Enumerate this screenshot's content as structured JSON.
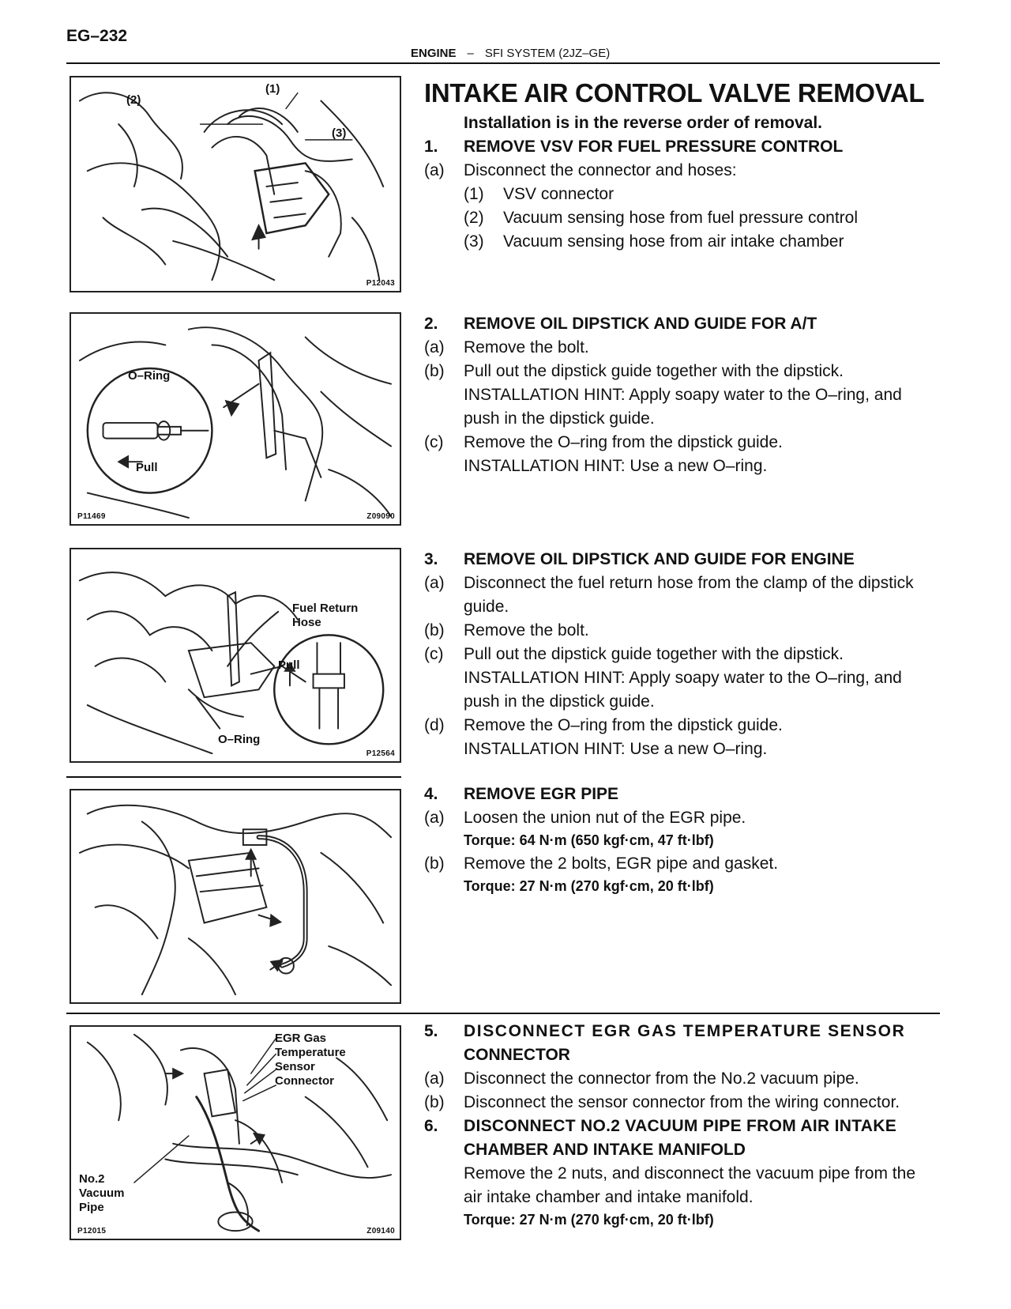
{
  "header": {
    "page_number": "EG–232",
    "section": "ENGINE",
    "separator": "–",
    "subsection": "SFI SYSTEM (2JZ–GE)"
  },
  "title": "INTAKE AIR CONTROL VALVE REMOVAL",
  "intro": "Installation is in the reverse order of removal.",
  "figures": {
    "fig1": {
      "code": "P12043",
      "labels": [
        "(2)",
        "(1)",
        "(3)"
      ]
    },
    "fig2": {
      "code_left": "P11469",
      "code_right": "Z09090",
      "labels": [
        "O–Ring",
        "Pull"
      ]
    },
    "fig3": {
      "code": "P12564",
      "labels": [
        "Fuel Return",
        "Hose",
        "Pull",
        "O–Ring"
      ]
    },
    "fig5": {
      "code_left": "P12015",
      "code_right": "Z09140",
      "labels": [
        "EGR Gas",
        "Temperature",
        "Sensor",
        "Connector",
        "No.2",
        "Vacuum",
        "Pipe"
      ]
    }
  },
  "steps": [
    {
      "num": "1.",
      "heading": "REMOVE VSV FOR FUEL PRESSURE CONTROL",
      "items": [
        {
          "mark": "(a)",
          "text": "Disconnect the connector and hoses:"
        }
      ],
      "subitems": [
        {
          "mark": "(1)",
          "text": "VSV connector"
        },
        {
          "mark": "(2)",
          "text": "Vacuum sensing hose from fuel pressure control"
        },
        {
          "mark": "(3)",
          "text": "Vacuum sensing hose from air intake chamber"
        }
      ]
    },
    {
      "num": "2.",
      "heading": "REMOVE OIL DIPSTICK AND GUIDE FOR A/T",
      "lines": [
        {
          "mark": "(a)",
          "text": "Remove the bolt."
        },
        {
          "mark": "(b)",
          "text": "Pull out the dipstick guide together with the dipstick."
        },
        {
          "mark": "",
          "text": "INSTALLATION HINT: Apply soapy water to the O–ring, and"
        },
        {
          "mark": "",
          "text": "push in the dipstick guide."
        },
        {
          "mark": "(c)",
          "text": "Remove the O–ring from the dipstick guide."
        },
        {
          "mark": "",
          "text": "INSTALLATION HINT: Use a new O–ring."
        }
      ]
    },
    {
      "num": "3.",
      "heading": "REMOVE OIL DIPSTICK AND GUIDE FOR ENGINE",
      "lines": [
        {
          "mark": "(a)",
          "text": "Disconnect the fuel return hose from the clamp of the dipstick"
        },
        {
          "mark": "",
          "text": "guide."
        },
        {
          "mark": "(b)",
          "text": "Remove the bolt."
        },
        {
          "mark": "(c)",
          "text": "Pull out the dipstick guide together with the dipstick."
        },
        {
          "mark": "",
          "text": "INSTALLATION HINT: Apply soapy water to the O–ring, and"
        },
        {
          "mark": "",
          "text": "push in the dipstick guide."
        },
        {
          "mark": "(d)",
          "text": "Remove the O–ring from the dipstick guide."
        },
        {
          "mark": "",
          "text": "INSTALLATION HINT: Use a new O–ring."
        }
      ]
    },
    {
      "num": "4.",
      "heading": "REMOVE EGR PIPE",
      "a": "Loosen the union nut of the EGR pipe.",
      "torque_a": "Torque: 64 N·m (650 kgf·cm, 47 ft·lbf)",
      "b": "Remove the 2 bolts, EGR pipe and gasket.",
      "torque_b": "Torque: 27 N·m (270 kgf·cm, 20 ft·lbf)"
    },
    {
      "num": "5.",
      "heading_1": "DISCONNECT EGR GAS TEMPERATURE SENSOR",
      "heading_2": "CONNECTOR",
      "a": "Disconnect the connector from the No.2 vacuum pipe.",
      "b": "Disconnect the sensor connector from the wiring connector."
    },
    {
      "num": "6.",
      "heading_1": "DISCONNECT NO.2 VACUUM PIPE FROM AIR INTAKE",
      "heading_2": "CHAMBER AND INTAKE MANIFOLD",
      "text_1": "Remove the 2 nuts, and disconnect the vacuum pipe from the",
      "text_2": "air intake chamber and intake manifold.",
      "torque": "Torque: 27 N·m (270 kgf·cm, 20 ft·lbf)"
    }
  ]
}
